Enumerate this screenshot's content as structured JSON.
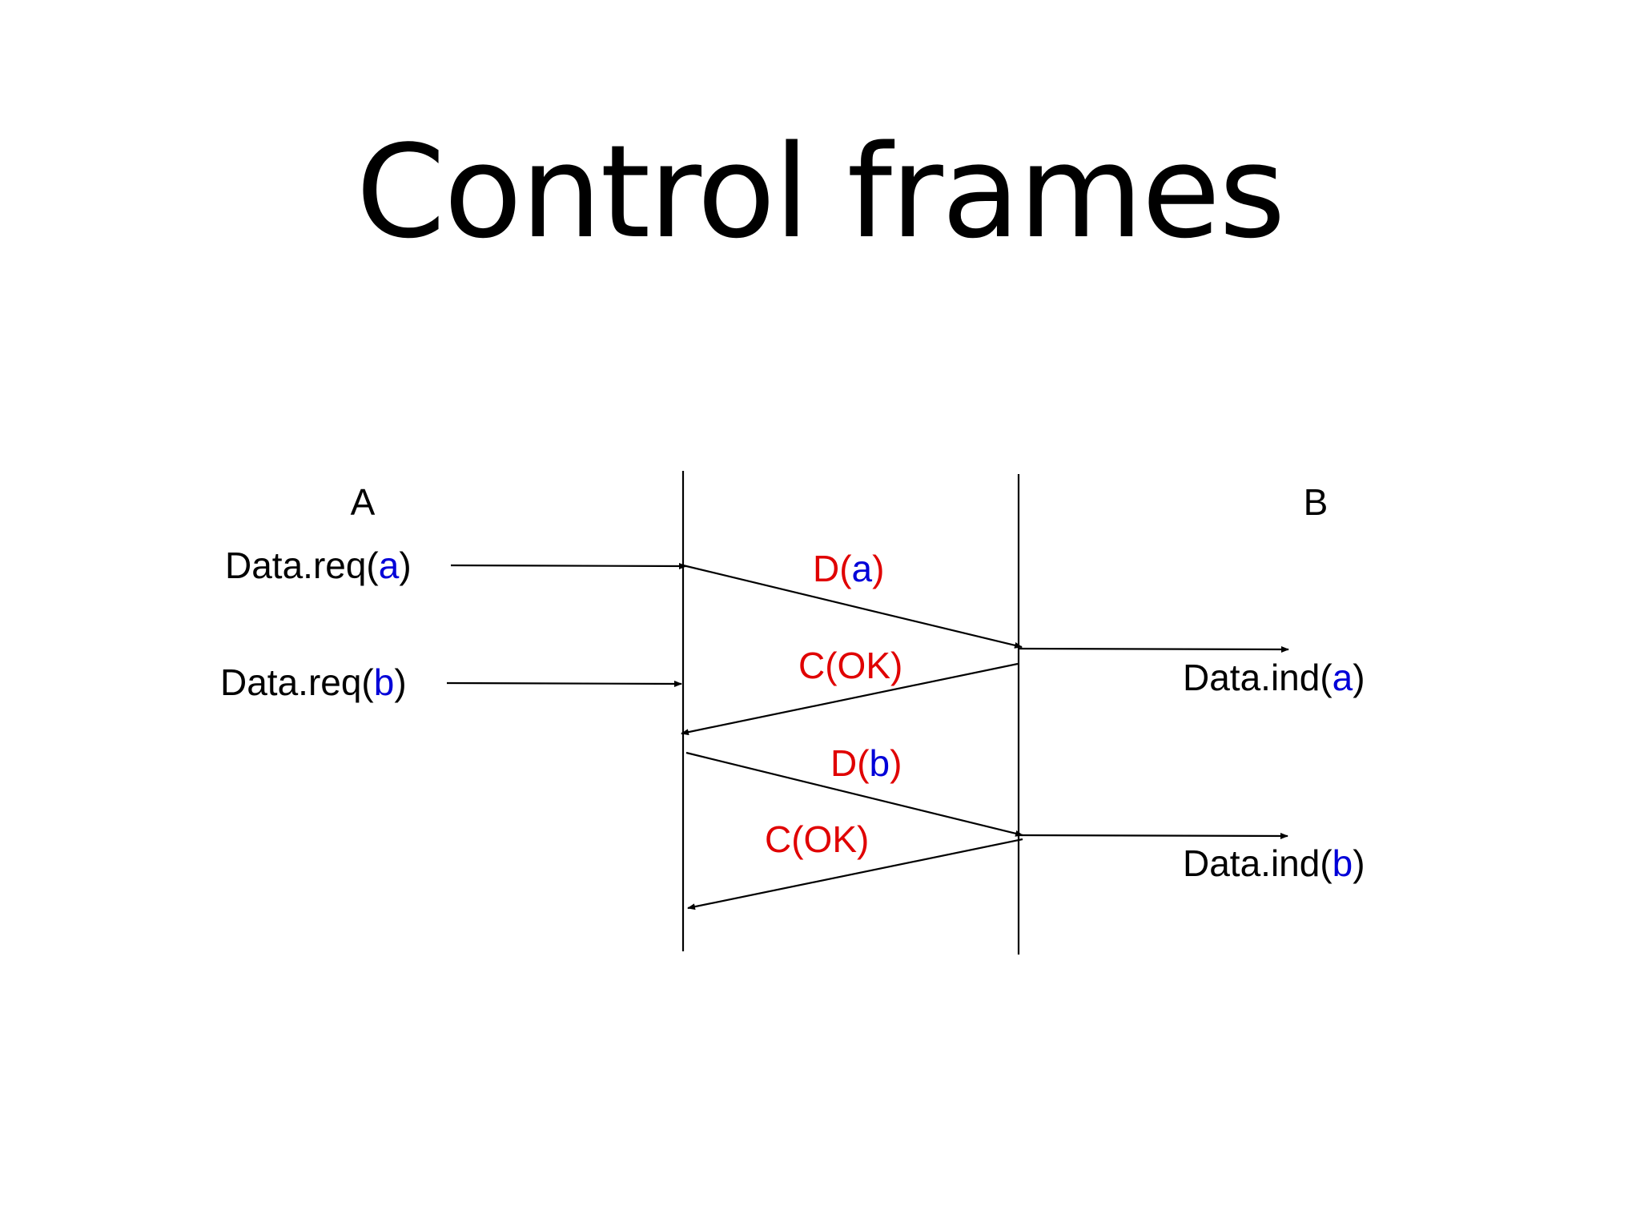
{
  "slide": {
    "title": "Control frames"
  },
  "diagram": {
    "entity_a": "A",
    "entity_b": "B",
    "events": {
      "req_a": {
        "prefix": "Data.req(",
        "arg": "a",
        "suffix": ")"
      },
      "req_b": {
        "prefix": "Data.req(",
        "arg": "b",
        "suffix": ")"
      },
      "ind_a": {
        "prefix": "Data.ind(",
        "arg": "a",
        "suffix": ")"
      },
      "ind_b": {
        "prefix": "Data.ind(",
        "arg": "b",
        "suffix": ")"
      }
    },
    "frames": {
      "data_a": {
        "prefix": "D(",
        "arg": "a",
        "suffix": ")"
      },
      "ctrl_1": "C(OK)",
      "data_b": {
        "prefix": "D(",
        "arg": "b",
        "suffix": ")"
      },
      "ctrl_2": "C(OK)"
    },
    "colors": {
      "frame_text": "#e00000",
      "argument_text": "#0000d8",
      "primitive_text": "#000000"
    }
  }
}
